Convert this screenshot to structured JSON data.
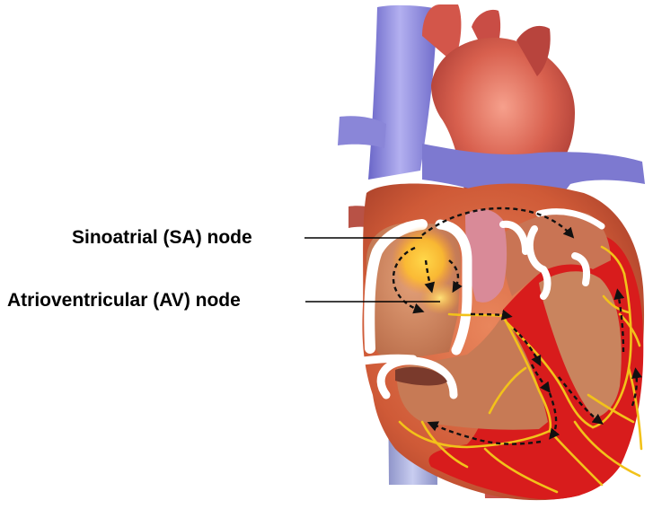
{
  "labels": {
    "sa_node": "Sinoatrial (SA) node",
    "av_node": "Atrioventricular (AV) node"
  },
  "colors": {
    "vena_cava": "#7d7ad6",
    "vena_cava_light": "#a9a7ec",
    "aorta": "#c9524a",
    "aorta_light": "#f08a78",
    "pulmonary": "#7b78cf",
    "heart_wall": "#d9603e",
    "chamber": "#c9805a",
    "ventricle_muscle": "#d41a1a",
    "septum_white": "#ffffff",
    "conduction_fibers": "#f2c21a",
    "node_glow": "#ffc21f",
    "arrow_dash": "#111111",
    "leader_line": "#000000"
  },
  "icons": {
    "arrowhead": "triangle-arrowhead"
  }
}
